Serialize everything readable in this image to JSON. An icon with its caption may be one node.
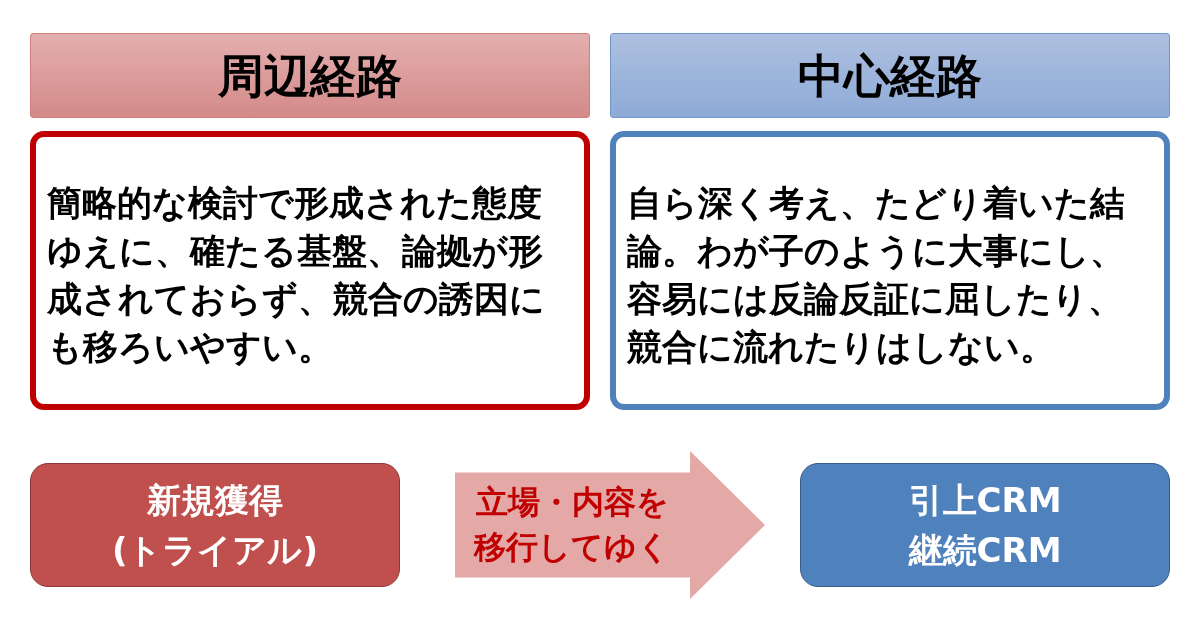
{
  "diagram": {
    "nodes": [
      {
        "text": [
          "周辺経路"
        ]
      },
      {
        "text": [
          "中心経路"
        ]
      },
      {
        "text": [
          "簡略的な検討で形成された態度ゆえに、確たる基盤、論拠が形成されておらず、競合の誘因にも移ろいやすい。"
        ]
      },
      {
        "text": [
          "自ら深く考え、たどり着いた結論。わが子のように大事にし、容易には反論反証に屈したり、競合に流れたりはしない。"
        ]
      },
      {
        "text": [
          "新規獲得(トライアル)"
        ]
      },
      {
        "text": [
          "引上CRM継続CRM"
        ]
      }
    ],
    "edges": [
      {
        "from": 4,
        "to": 5,
        "arrow": "to",
        "label": "立場・内容を移行してゆく"
      }
    ]
  }
}
